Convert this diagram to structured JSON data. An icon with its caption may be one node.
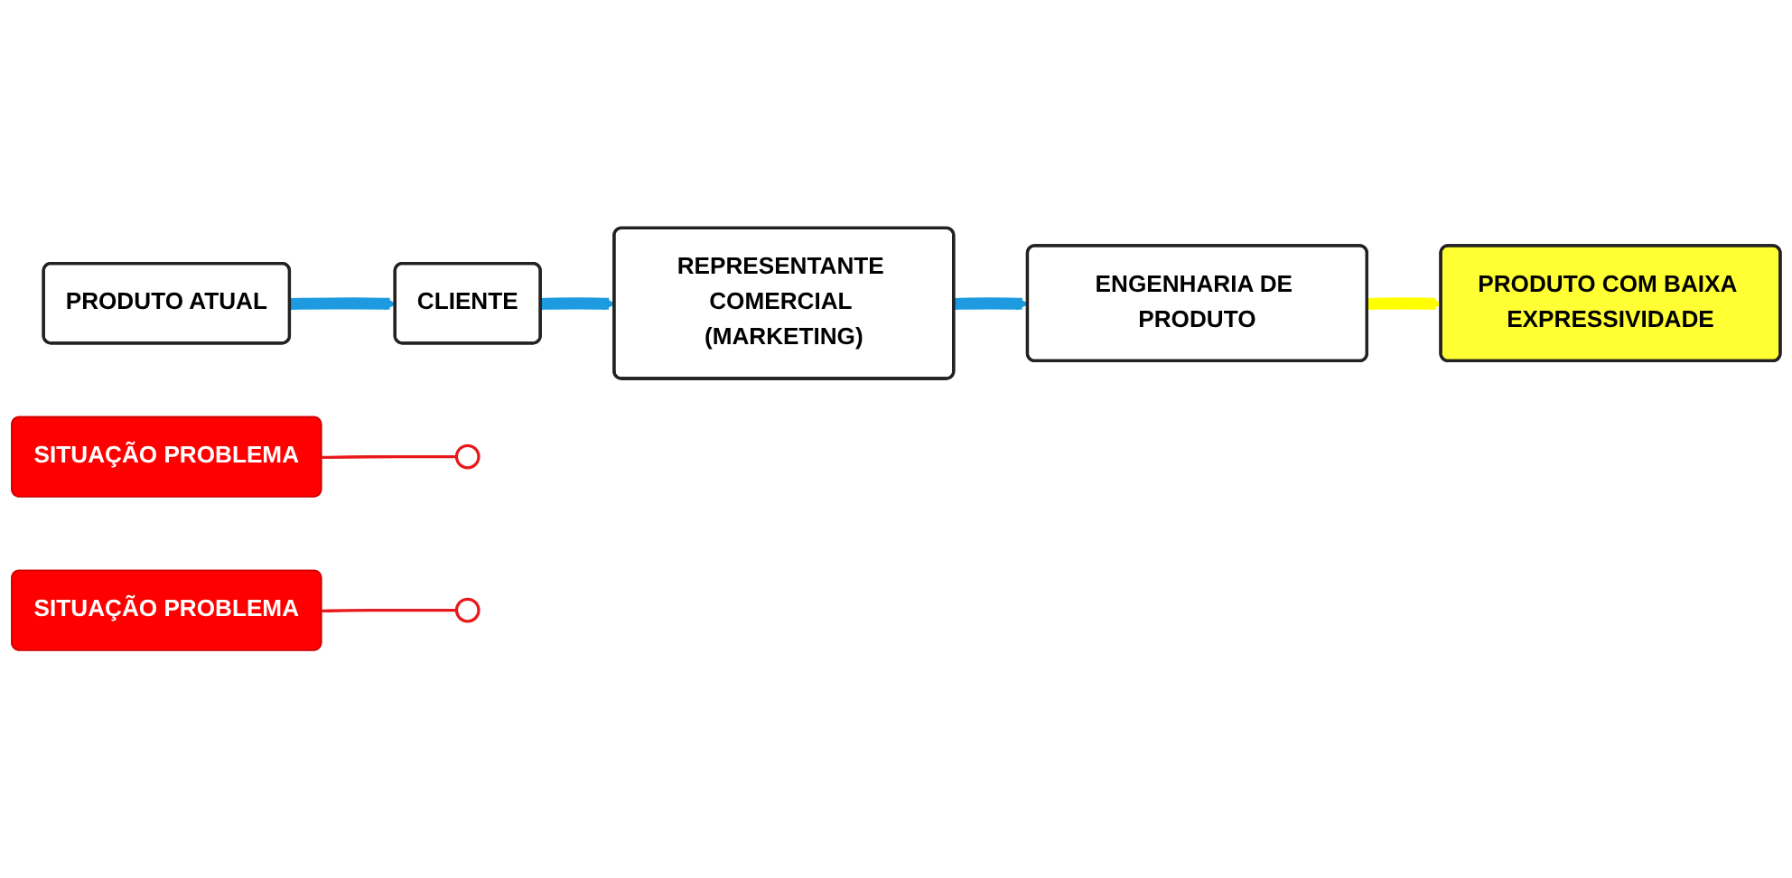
{
  "diagram": {
    "nodes": [
      {
        "text": [
          "CLIENTE"
        ]
      },
      {
        "text": [
          "SITUAÇÃO PROBLEMA"
        ]
      },
      {
        "text": [],
        "shape": "circle"
      },
      {
        "text": [
          "PRODUTO ATUAL"
        ]
      },
      {
        "text": [
          "PRODUTO COM BAIXA EXPRESSIVIDADE"
        ]
      },
      {
        "text": [
          "REPRESENTANTE COMERCIAL (MARKETING)"
        ]
      },
      {
        "text": [],
        "shape": "circle"
      },
      {
        "text": [
          "SITUAÇÃO PROBLEMA"
        ]
      },
      {
        "text": [
          "ENGENHARIA DE PRODUTO"
        ]
      }
    ],
    "edges": [
      {
        "from": 3,
        "to": 0,
        "arrow": "to",
        "color": "#1e9be0"
      },
      {
        "from": 0,
        "to": 5,
        "arrow": "to",
        "color": "#1e9be0"
      },
      {
        "from": 1,
        "to": 2,
        "arrow": "none",
        "color": "#e8191c"
      },
      {
        "from": 5,
        "to": 8,
        "arrow": "to",
        "color": "#1e9be0"
      },
      {
        "from": 7,
        "to": 6,
        "arrow": "none",
        "color": "#e8191c"
      },
      {
        "from": 8,
        "to": 4,
        "arrow": "to",
        "color": "#ffff00"
      }
    ]
  }
}
